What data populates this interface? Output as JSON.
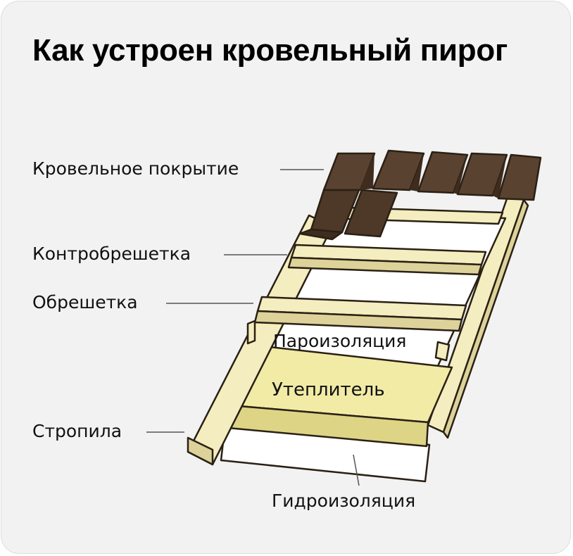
{
  "title": "Как устроен кровельный пирог",
  "labels": {
    "roofing": "Кровельное покрытие",
    "counter_batten": "Контробрешетка",
    "batten": "Обрешетка",
    "vapor_barrier": "Пароизоляция",
    "insulation": "Утеплитель",
    "rafters": "Стропила",
    "waterproofing": "Гидроизоляция"
  },
  "colors": {
    "card_bg": "#f2f2f2",
    "wood": "#f4edbf",
    "wood_side": "#ddd39a",
    "insulation_top": "#f1eba6",
    "insulation_front": "#ddd486",
    "membrane": "#ffffff",
    "tile": "#5a4230",
    "tile_dark": "#3e2c1f",
    "outline": "#2a2014"
  }
}
